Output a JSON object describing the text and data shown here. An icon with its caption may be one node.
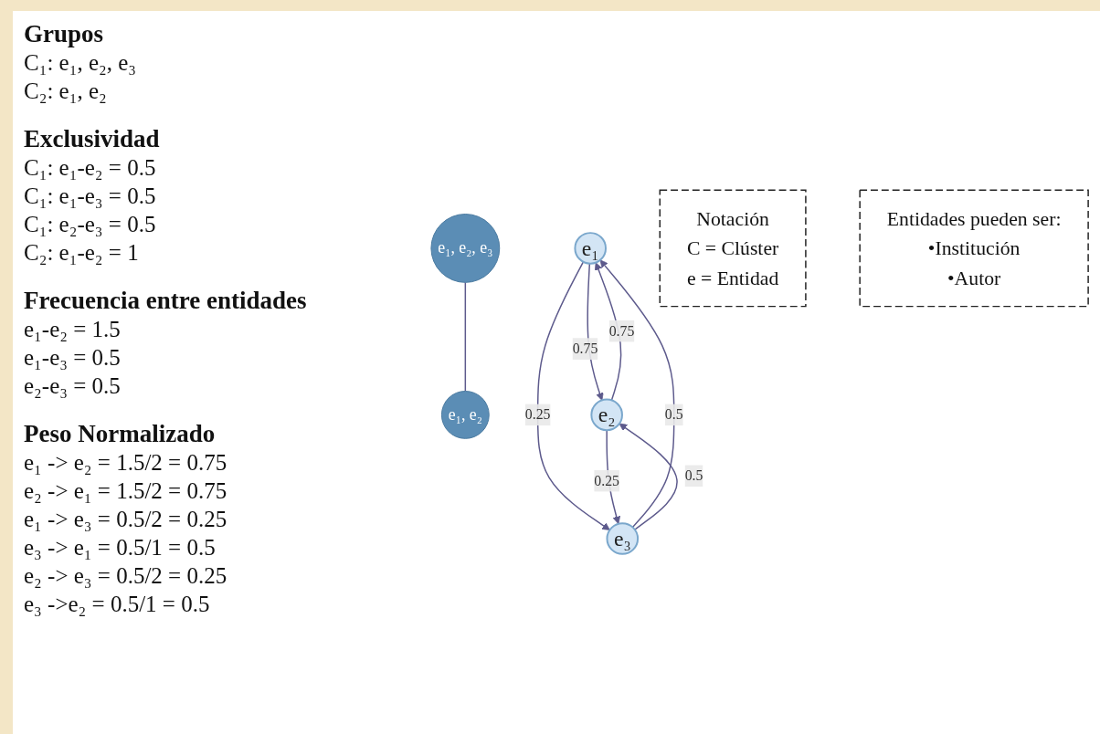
{
  "diagram": {
    "nodes": [
      {
        "text": [
          "e₁, e₂, e₃"
        ]
      },
      {
        "text": [
          "e₁, e₂"
        ]
      },
      {
        "text": [
          "Notación",
          "C = Clúster",
          "e = Entidad"
        ]
      },
      {
        "text": [
          "Entidades pueden ser:",
          "•Institución",
          "•Autor"
        ]
      },
      {
        "text": [
          "e₁"
        ]
      },
      {
        "text": [
          "e₂"
        ]
      },
      {
        "text": [
          "e₃"
        ]
      }
    ],
    "edges": [
      {
        "from": 0,
        "to": 1,
        "arrow": "none"
      },
      {
        "from": 5,
        "to": 4,
        "arrow": "to",
        "label": "0.75"
      },
      {
        "from": 4,
        "to": 5,
        "arrow": "to",
        "label": "0.75"
      },
      {
        "from": 4,
        "to": 6,
        "arrow": "to",
        "label": "0.25"
      },
      {
        "from": 6,
        "to": 4,
        "arrow": "to",
        "label": "0.5"
      },
      {
        "from": 5,
        "to": 6,
        "arrow": "to",
        "label": "0.25"
      },
      {
        "from": 6,
        "to": 5,
        "arrow": "to",
        "label": "0.5"
      }
    ],
    "labels": [
      "Grupos",
      "C₁: e₁, e₂, e₃",
      "C₂: e₁, e₂",
      "Exclusividad",
      "C₁: e₁-e₂ = 0.5",
      "C₁: e₁-e₃ = 0.5",
      "C₁: e₂-e₃ = 0.5",
      "C₂: e₁-e₂ = 1",
      "Frecuencia entre entidades",
      "e₁-e₂ = 1.5",
      "e₁-e₃ = 0.5",
      "e₂-e₃ = 0.5",
      "Peso Normalizado",
      "e₁ -> e₂ = 1.5/2 = 0.75",
      "e₂ -> e₁ = 1.5/2 = 0.75",
      "e₁ -> e₃ = 0.5/2 = 0.25",
      "e₃ -> e₁ = 0.5/1 = 0.5",
      "e₂ -> e₃ = 0.5/2 = 0.25",
      "e₃ ->e₂ = 0.5/1 = 0.5"
    ]
  }
}
